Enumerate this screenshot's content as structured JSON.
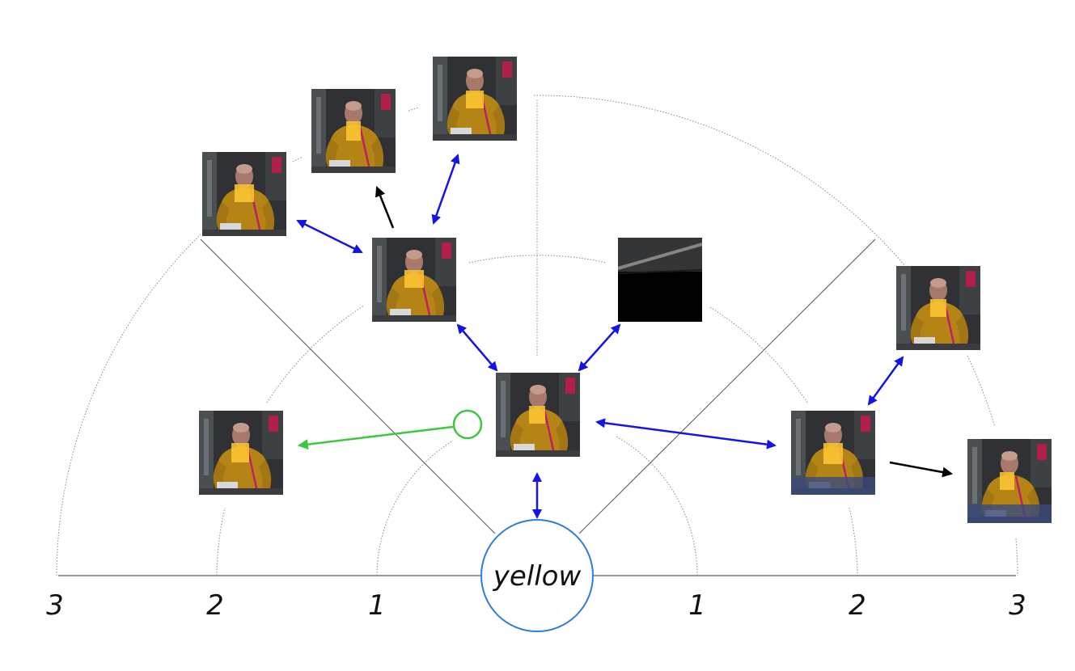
{
  "center": {
    "label": "yellow",
    "color": "#2a7fde"
  },
  "axis": {
    "left_ticks": [
      "3",
      "2",
      "1"
    ],
    "right_ticks": [
      "1",
      "2",
      "3"
    ]
  },
  "colors": {
    "bidirectional": "#1414e6",
    "directional": "#000000",
    "negative": "#3cc83c",
    "guide": "#8a8a8a",
    "axis": "#9a9a9a"
  },
  "nodes": [
    {
      "id": "center-patch",
      "variant": "man",
      "highlight": "right-shoulder"
    },
    {
      "id": "upper-left-level1",
      "variant": "man",
      "highlight": "chest"
    },
    {
      "id": "upper-right-level1",
      "variant": "dark"
    },
    {
      "id": "left-level2",
      "variant": "man",
      "highlight": "chest"
    },
    {
      "id": "right-level2",
      "variant": "man",
      "highlight": "torso"
    },
    {
      "id": "far-left-level3",
      "variant": "man",
      "highlight": "chest"
    },
    {
      "id": "top-mid-level3",
      "variant": "man",
      "highlight": "arm"
    },
    {
      "id": "top-right-level3",
      "variant": "man",
      "highlight": "shoulder"
    },
    {
      "id": "right-upper-level3",
      "variant": "man",
      "highlight": "shoulder"
    },
    {
      "id": "far-right-level3",
      "variant": "man",
      "highlight": "waist"
    }
  ],
  "edges": [
    {
      "from": "center-patch",
      "to": "upper-left-level1",
      "type": "bidirectional"
    },
    {
      "from": "center-patch",
      "to": "upper-right-level1",
      "type": "bidirectional"
    },
    {
      "from": "center-patch",
      "to": "right-level2",
      "type": "bidirectional"
    },
    {
      "from": "center-patch",
      "to": "yellow",
      "type": "bidirectional"
    },
    {
      "from": "center-patch",
      "to": "left-level2",
      "type": "negative"
    },
    {
      "from": "upper-left-level1",
      "to": "far-left-level3",
      "type": "bidirectional"
    },
    {
      "from": "upper-left-level1",
      "to": "top-right-level3",
      "type": "bidirectional"
    },
    {
      "from": "upper-left-level1",
      "to": "top-mid-level3",
      "type": "directional"
    },
    {
      "from": "right-level2",
      "to": "right-upper-level3",
      "type": "bidirectional"
    },
    {
      "from": "right-level2",
      "to": "far-right-level3",
      "type": "directional"
    }
  ]
}
